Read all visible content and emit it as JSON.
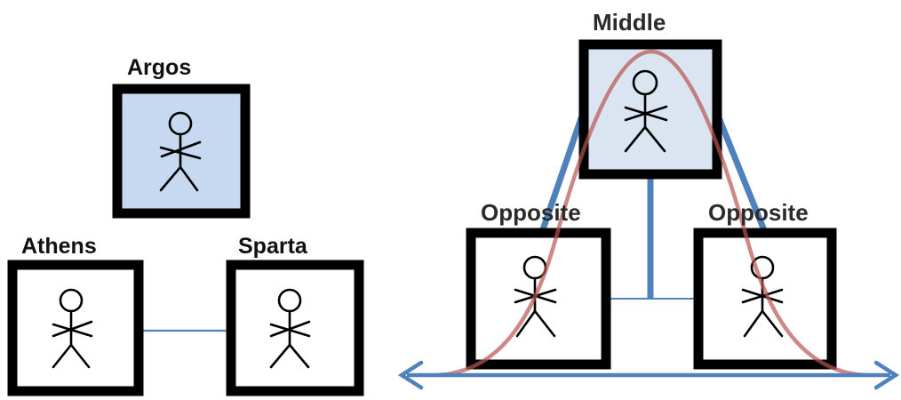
{
  "left_diagram": {
    "top": {
      "label": "Argos",
      "fill": "#c6d9f1"
    },
    "bottom_left": {
      "label": "Athens",
      "fill": "#ffffff"
    },
    "bottom_right": {
      "label": "Sparta",
      "fill": "#ffffff"
    },
    "link_color": "#4f81bd"
  },
  "right_diagram": {
    "top": {
      "label": "Middle",
      "fill": "#dbe5f1"
    },
    "bottom_left": {
      "label": "Opposite",
      "fill": "#ffffff"
    },
    "bottom_right": {
      "label": "Opposite",
      "fill": "#ffffff"
    },
    "connector_color": "#4f81bd",
    "curve_color": "#b85450",
    "axis_color": "#4f81bd"
  }
}
